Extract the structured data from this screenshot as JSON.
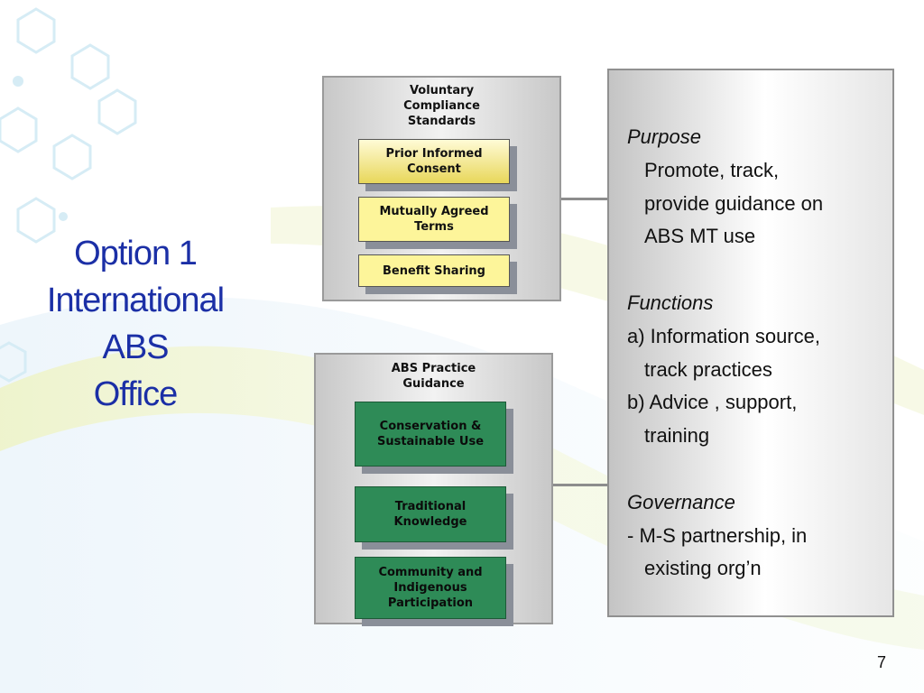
{
  "title": {
    "line1": "Option 1",
    "line2": "International",
    "line3": "ABS",
    "line4": "Office"
  },
  "voluntary_panel": {
    "heading": "Voluntary Compliance Standards",
    "items": [
      "Prior Informed Consent",
      "Mutually Agreed Terms",
      "Benefit Sharing"
    ]
  },
  "practice_panel": {
    "heading": "ABS Practice Guidance",
    "items": [
      "Conservation & Sustainable Use",
      "Traditional Knowledge",
      "Community and Indigenous Participation"
    ]
  },
  "info": {
    "purpose_heading": "Purpose",
    "purpose_lines": [
      "Promote, track,",
      "provide guidance on",
      "ABS MT use"
    ],
    "functions_heading": "Functions",
    "functions_lines": [
      "a) Information source,",
      "track practices",
      "b) Advice , support,",
      "training"
    ],
    "governance_heading": "Governance",
    "governance_lines": [
      "- M-S partnership, in",
      "existing org’n"
    ]
  },
  "page_number": "7",
  "colors": {
    "title": "#1b2fa6",
    "green_box": "#2e8b57",
    "yellow_box": "#fdf59a",
    "panel_border": "#9a9a9a"
  }
}
